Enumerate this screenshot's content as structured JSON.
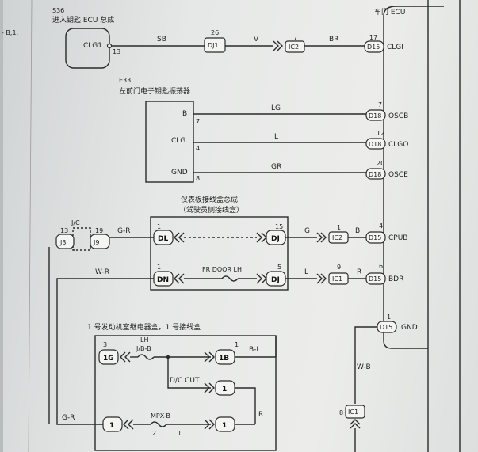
{
  "margin_mark": "- B,1:",
  "bcm": {
    "code_label": "",
    "name": "车门 ECU"
  },
  "s36": {
    "code": "S36",
    "name": "进入钥匙 ECU 总成",
    "pin": "CLG1",
    "pin_no": "13"
  },
  "line1": {
    "wire": "SB",
    "conn_no": "26",
    "conn": "DJ1",
    "color": "V",
    "ic_no": "7",
    "ic": "IC2",
    "color2": "BR",
    "ecu_no": "17",
    "ecu_conn": "D15",
    "ecu_pin": "CLGI"
  },
  "e33": {
    "code": "E33",
    "name": "左前门电子钥匙振荡器",
    "pins": [
      {
        "name": "B",
        "no": "7"
      },
      {
        "name": "CLG",
        "no": "4"
      },
      {
        "name": "GND",
        "no": "8"
      }
    ]
  },
  "e33_lines": [
    {
      "color": "LG",
      "ecu_no": "7",
      "ecu_conn": "D18",
      "ecu_pin": "OSCB"
    },
    {
      "color": "L",
      "ecu_no": "12",
      "ecu_conn": "D18",
      "ecu_pin": "CLGO"
    },
    {
      "color": "GR",
      "ecu_no": "20",
      "ecu_conn": "D18",
      "ecu_pin": "OSCE"
    }
  ],
  "jb": {
    "title": "仪表板接线盒总成",
    "subtitle": "（驾驶员侧接线盒）"
  },
  "jc": {
    "label": "J/C",
    "left_no": "13",
    "left_conn": "J3",
    "right_no": "19",
    "right_conn": "J9"
  },
  "cpub_line": {
    "color1": "G-R",
    "dl_no": "1",
    "dl": "DL",
    "dj_no": "15",
    "dj": "DJ",
    "color2": "G",
    "ic_no": "1",
    "ic": "IC2",
    "color3": "B",
    "ecu_no": "4",
    "ecu_conn": "D15",
    "ecu_pin": "CPUB"
  },
  "bdr_line": {
    "color1": "W-R",
    "dn_no": "1",
    "dn": "DN",
    "fuse": "FR DOOR LH",
    "dj_no": "5",
    "dj": "DJ",
    "color2": "L",
    "ic_no": "9",
    "ic": "IC1",
    "color3": "R",
    "ecu_no": "6",
    "ecu_conn": "D15",
    "ecu_pin": "BDR"
  },
  "gnd_line": {
    "ecu_no": "1",
    "ecu_conn": "D15",
    "ecu_pin": "GND",
    "color": "W-B",
    "ic_no": "8",
    "ic": "IC1"
  },
  "relay_box": {
    "title": "1 号发动机室继电器盒，1 号接线盒",
    "lh": "LH",
    "jb_b": "J/B-B",
    "pin_1g_no": "3",
    "pin_1g": "1G",
    "pin_1b_no": "1",
    "pin_1b": "1B",
    "out_color": "B-L",
    "dc_cut": "D/C CUT",
    "dc_pin": "1",
    "mpx": "MPX-B",
    "mpx_pin": "1",
    "mpx_n1": "2",
    "mpx_n2": "1",
    "bottom_left_pin": "1",
    "r_color": "R"
  },
  "bottom_wire": {
    "color": "G-R"
  }
}
